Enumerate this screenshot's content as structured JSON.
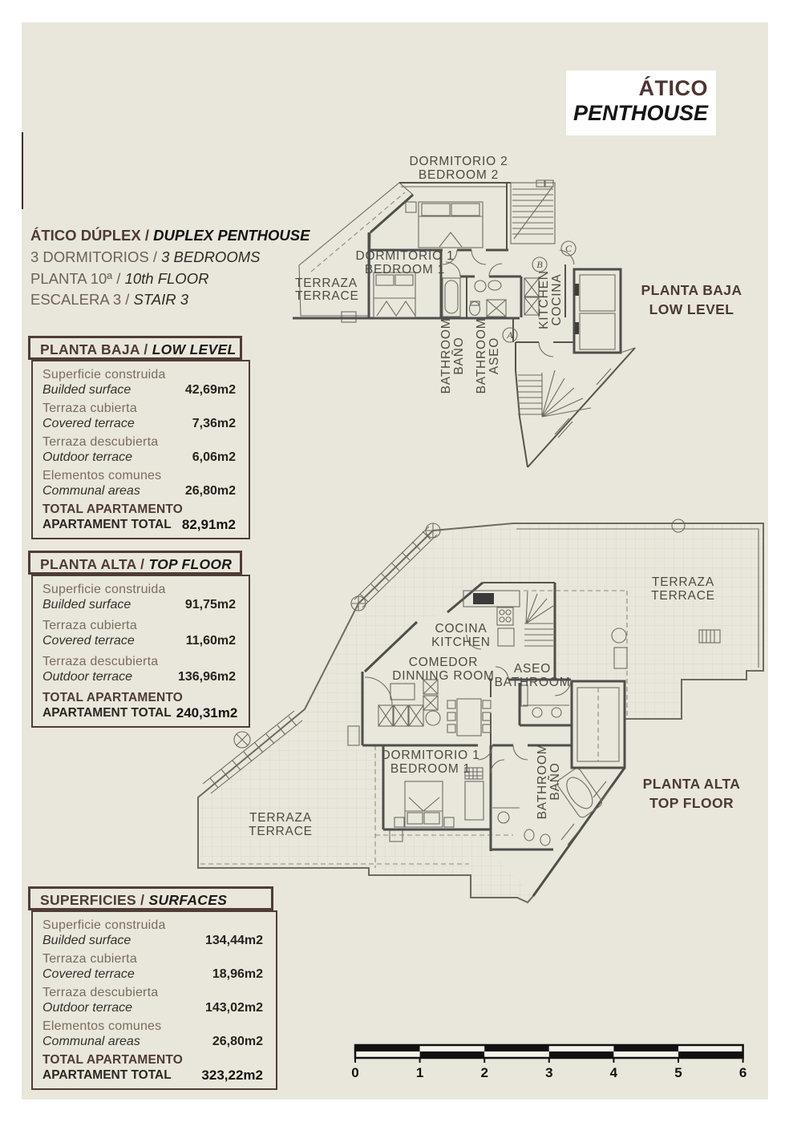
{
  "colors": {
    "sheet": "#e9e7db",
    "accent": "#503c38",
    "ink": "#141210"
  },
  "title_box": {
    "es": "ÁTICO",
    "en": "PENTHOUSE"
  },
  "intro": [
    {
      "es": "ÁTICO DÚPLEX /",
      "en": "DUPLEX PENTHOUSE"
    },
    {
      "es": "3 DORMITORIOS /",
      "en": "3 BEDROOMS"
    },
    {
      "es": "PLANTA 10ª /",
      "en": "10th FLOOR"
    },
    {
      "es": "ESCALERA 3 /",
      "en": "STAIR 3"
    }
  ],
  "tables": [
    {
      "header_es": "PLANTA BAJA /",
      "header_en": "LOW LEVEL",
      "rows": [
        {
          "es": "Superficie construida",
          "en": "Builded surface",
          "value": "42,69m2"
        },
        {
          "es": "Terraza cubierta",
          "en": "Covered terrace",
          "value": "7,36m2"
        },
        {
          "es": "Terraza descubierta",
          "en": "Outdoor terrace",
          "value": "6,06m2"
        },
        {
          "es": "Elementos comunes",
          "en": "Communal areas",
          "value": "26,80m2"
        }
      ],
      "total": {
        "es": "TOTAL APARTAMENTO",
        "en": "APARTAMENT TOTAL",
        "value": "82,91m2"
      }
    },
    {
      "header_es": "PLANTA ALTA /",
      "header_en": "TOP FLOOR",
      "rows": [
        {
          "es": "Superficie construida",
          "en": "Builded surface",
          "value": "91,75m2"
        },
        {
          "es": "Terraza cubierta",
          "en": "Covered terrace",
          "value": "11,60m2"
        },
        {
          "es": "Terraza descubierta",
          "en": "Outdoor terrace",
          "value": "136,96m2"
        }
      ],
      "total": {
        "es": "TOTAL APARTAMENTO",
        "en": "APARTAMENT TOTAL",
        "value": "240,31m2"
      }
    },
    {
      "header_es": "SUPERFICIES /",
      "header_en": "SURFACES",
      "rows": [
        {
          "es": "Superficie construida",
          "en": "Builded surface",
          "value": "134,44m2"
        },
        {
          "es": "Terraza cubierta",
          "en": "Covered terrace",
          "value": "18,96m2"
        },
        {
          "es": "Terraza descubierta",
          "en": "Outdoor terrace",
          "value": "143,02m2"
        },
        {
          "es": "Elementos comunes",
          "en": "Communal areas",
          "value": "26,80m2"
        }
      ],
      "total": {
        "es": "TOTAL APARTAMENTO",
        "en": "APARTAMENT TOTAL",
        "value": "323,22m2"
      }
    }
  ],
  "plan_low": {
    "side_es": "PLANTA BAJA",
    "side_en": "LOW LEVEL",
    "bedroom2_es": "DORMITORIO 2",
    "bedroom2_en": "BEDROOM 2",
    "bedroom1_es": "DORMITORIO 1",
    "bedroom1_en": "BEDROOM 1",
    "terrace_es": "TERRAZA",
    "terrace_en": "TERRACE",
    "bath_es": "BAÑO",
    "bath_en": "BATHROOM",
    "aseo_es": "ASEO",
    "aseo_en": "BATHROOM",
    "kitchen_es": "COCINA",
    "kitchen_en": "KITCHEN",
    "mark_a": "A",
    "mark_b": "B",
    "mark_c": "C"
  },
  "plan_top": {
    "side_es": "PLANTA ALTA",
    "side_en": "TOP FLOOR",
    "terrace_r_es": "TERRAZA",
    "terrace_r_en": "TERRACE",
    "kitchen_es": "COCINA",
    "kitchen_en": "KITCHEN",
    "dining_es": "COMEDOR",
    "dining_en": "DINNING ROOM",
    "aseo_es": "ASEO",
    "aseo_en": "BATHROOM",
    "bedroom1_es": "DORMITORIO 1",
    "bedroom1_en": "BEDROOM 1",
    "bath_es": "BAÑO",
    "bath_en": "BATHROOM",
    "terrace_l_es": "TERRAZA",
    "terrace_l_en": "TERRACE"
  },
  "scale_bar": {
    "ticks": [
      "0",
      "1",
      "2",
      "3",
      "4",
      "5",
      "6"
    ]
  }
}
